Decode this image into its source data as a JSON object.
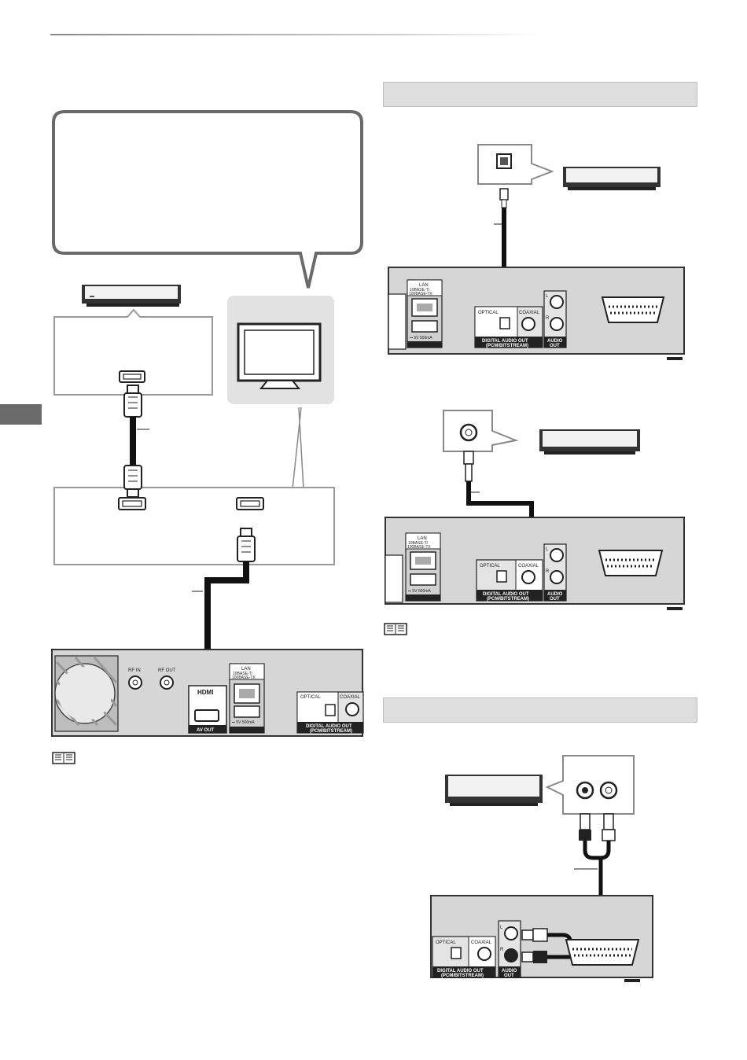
{
  "colors": {
    "accent_tab": "#6b6b6b",
    "section_bar": "#dedede",
    "panel_bg": "#d6d6d6",
    "tv_bg": "#e2e2e2",
    "cable": "#111111"
  },
  "icons": {
    "note": "open-book-icon",
    "eject": "down-triangle-icon"
  },
  "rear_panel": {
    "rf_in": "RF IN",
    "rf_out": "RF OUT",
    "hdmi_logo": "HDMI",
    "av_out": "AV OUT",
    "lan": "LAN",
    "lan_spec_1": "10BASE-T/",
    "lan_spec_2": "100BASE-TX",
    "usb_power": "⎓ 5V 500mA",
    "optical": "OPTICAL",
    "coaxial": "COAXIAL",
    "digital_audio_out": "DIGITAL AUDIO OUT",
    "pcm_bitstream": "(PCM/BITSTREAM)",
    "audio_out_1": "AUDIO",
    "audio_out_2": "OUT",
    "ch_l": "L",
    "ch_r": "R"
  }
}
